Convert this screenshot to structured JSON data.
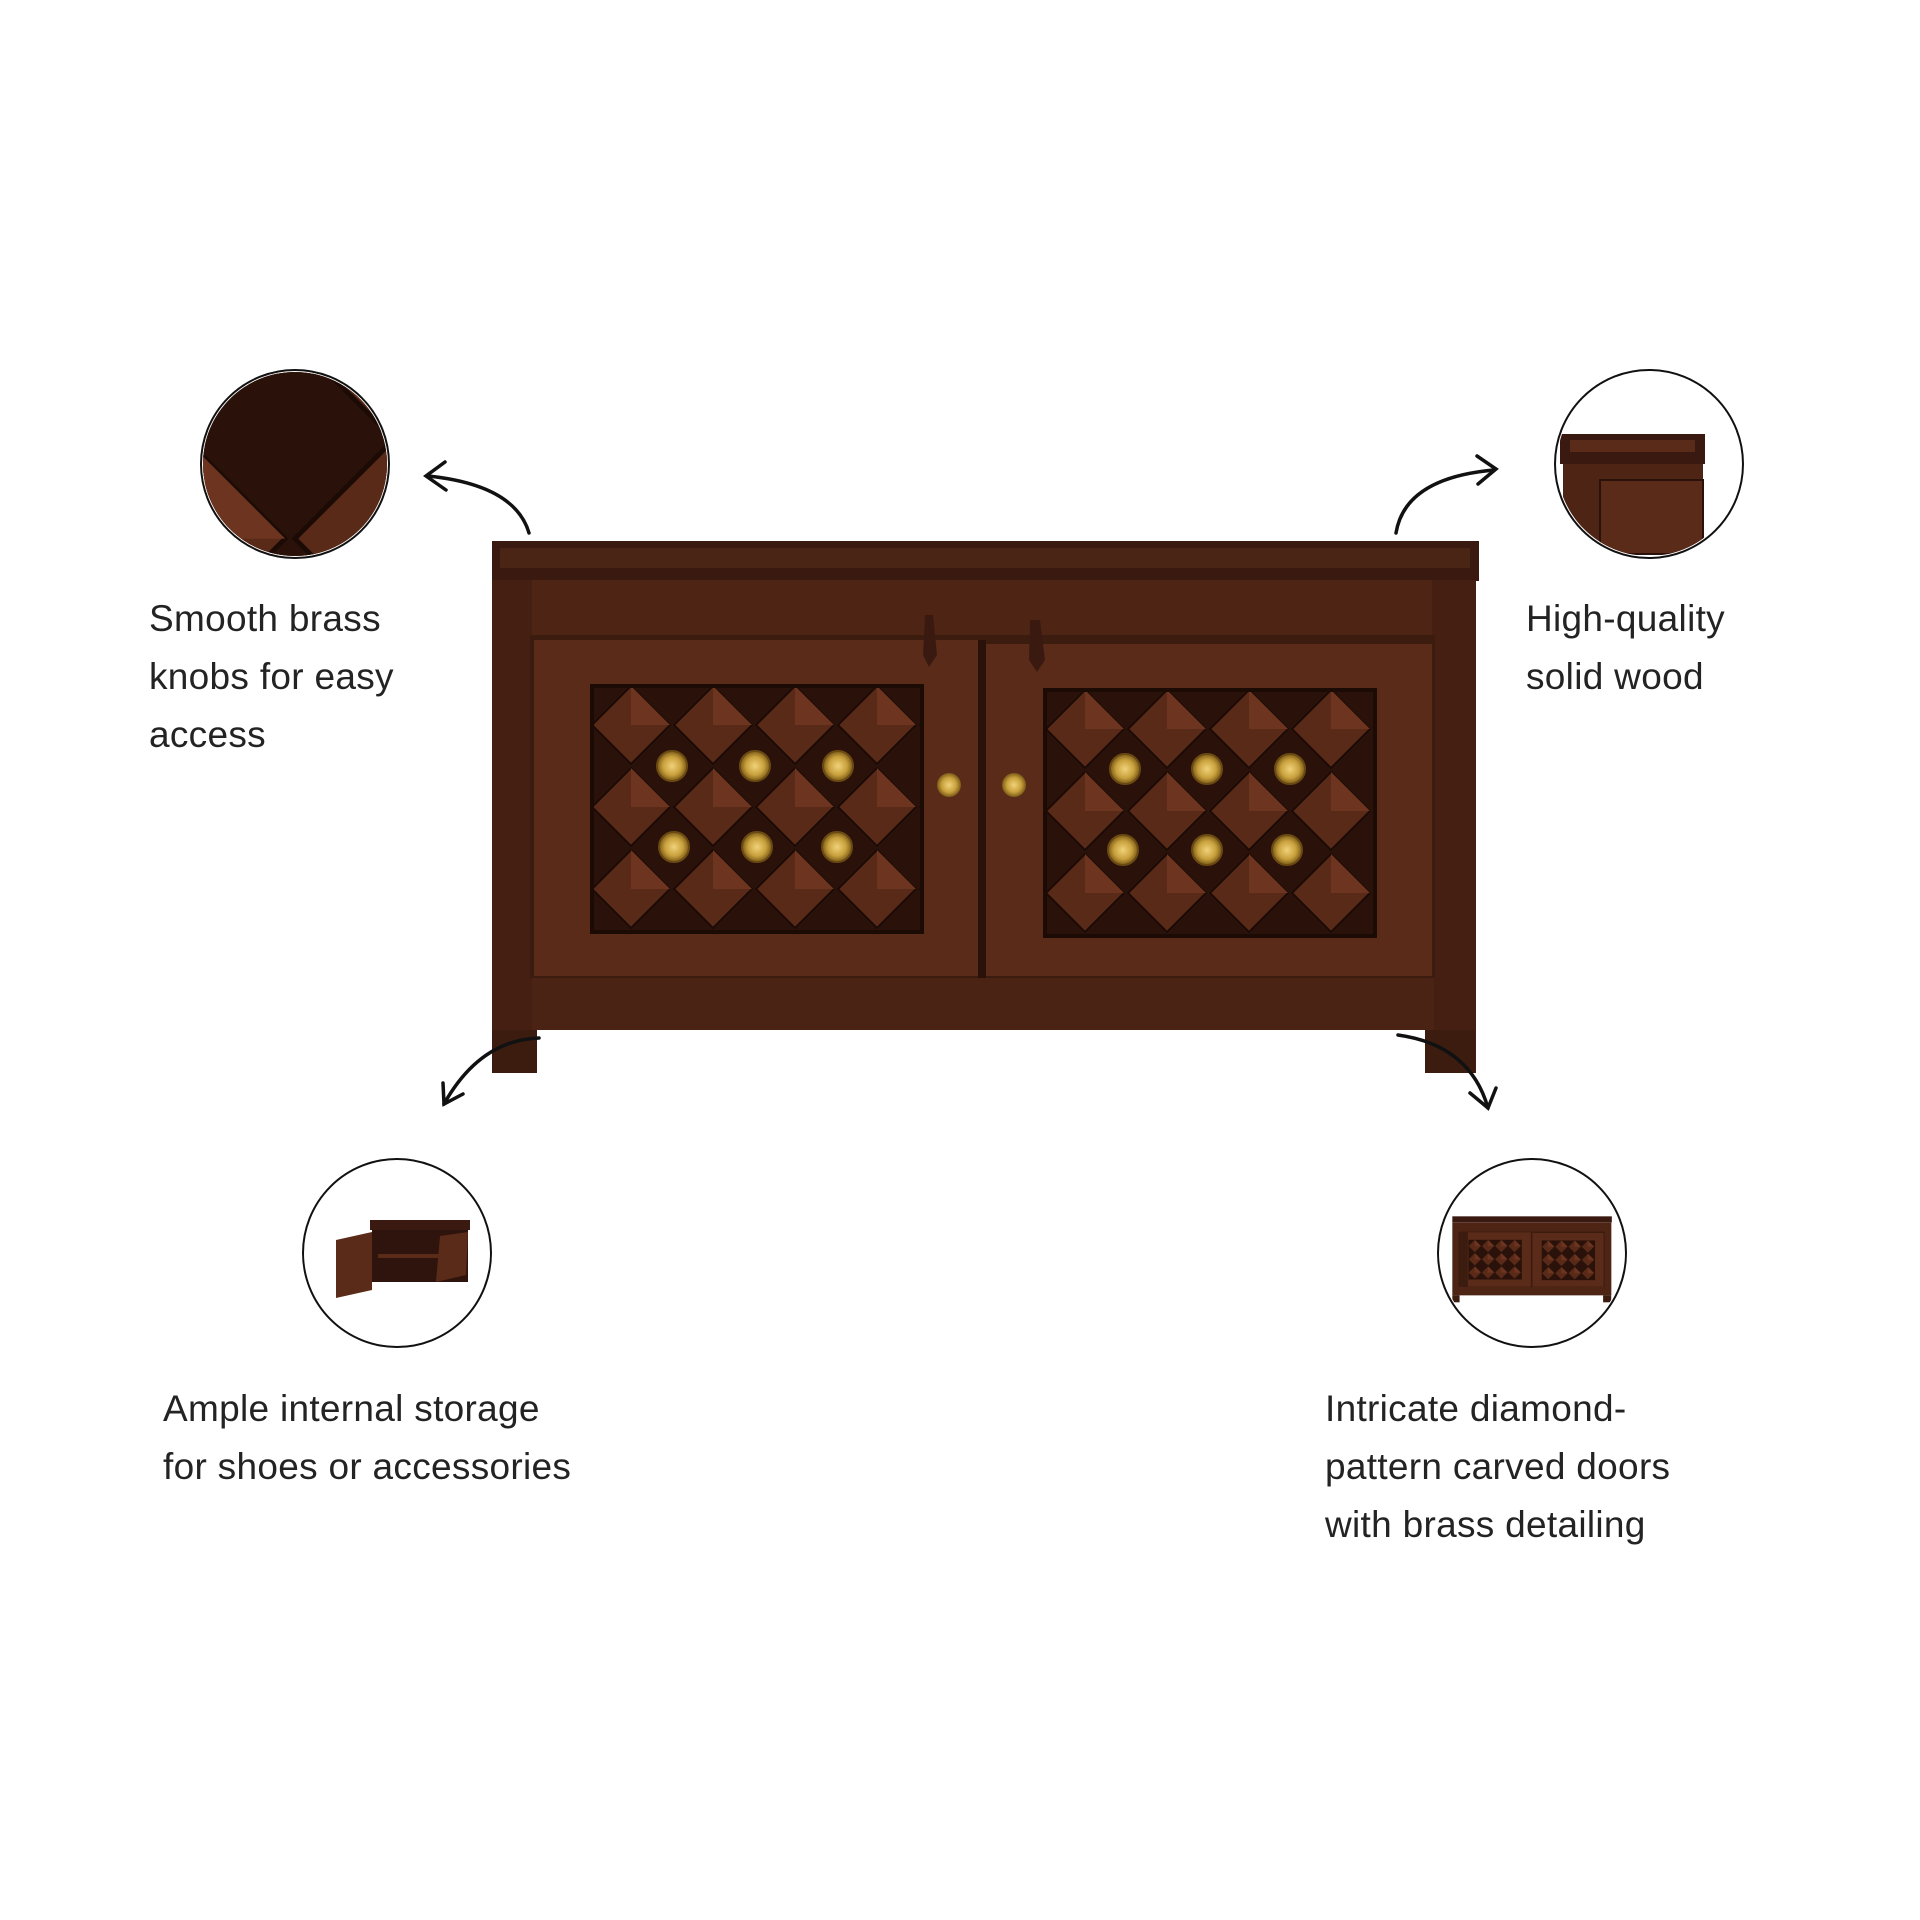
{
  "features": [
    {
      "id": "brass-knobs",
      "lines": [
        "Smooth brass",
        "knobs for easy",
        "access"
      ]
    },
    {
      "id": "solid-wood",
      "lines": [
        "High-quality",
        "solid wood"
      ]
    },
    {
      "id": "storage",
      "lines": [
        "Ample internal storage",
        "for shoes or accessories"
      ]
    },
    {
      "id": "carved-doors",
      "lines": [
        "Intricate diamond-",
        "pattern carved doors",
        "with brass detailing"
      ]
    }
  ],
  "colors": {
    "wood": "#4a2314",
    "wood_dark": "#2e140c",
    "wood_light": "#6b3520",
    "brass": "#c9a13d",
    "text": "#232323"
  }
}
